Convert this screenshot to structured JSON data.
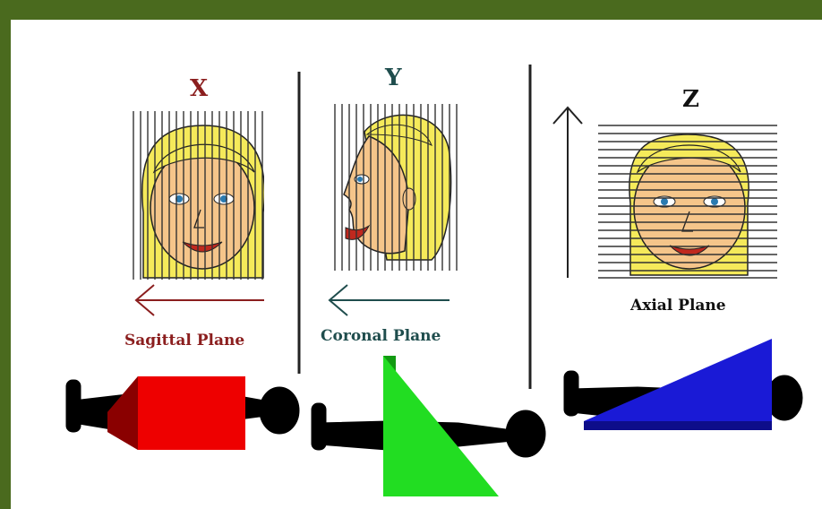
{
  "planes": {
    "x": {
      "axis_letter": "X",
      "plane_name": "Sagittal Plane",
      "color": "#8b1e1e",
      "slab_color": "#ee0000"
    },
    "y": {
      "axis_letter": "Y",
      "plane_name": "Coronal Plane",
      "color": "#1f4d4d",
      "slab_color": "#22dd22"
    },
    "z": {
      "axis_letter": "Z",
      "plane_name": "Axial Plane",
      "color": "#111111",
      "slab_color": "#1a1ad6"
    }
  },
  "icons": [
    "front-face-icon",
    "profile-face-icon",
    "reclining-figure-icon",
    "arrow-left-icon",
    "arrow-up-icon"
  ]
}
